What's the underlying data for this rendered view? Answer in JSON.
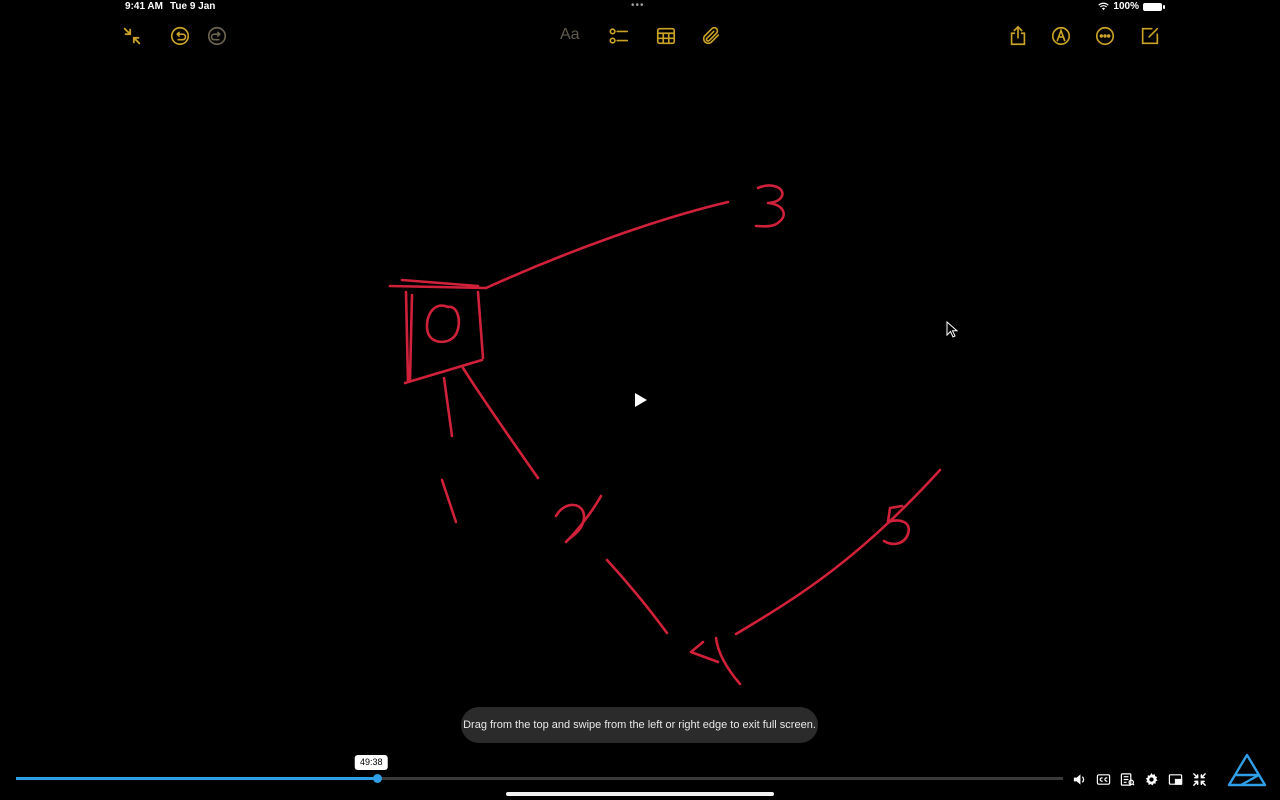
{
  "status_bar": {
    "time": "9:41 AM",
    "date": "Tue 9 Jan",
    "battery": "100%",
    "dots": "•••"
  },
  "toolbar": {
    "format_label": "Aa",
    "icons": [
      "collapse-icon",
      "undo-icon",
      "redo-icon",
      "checklist-icon",
      "table-icon",
      "attachment-icon",
      "share-icon",
      "markup-icon",
      "more-icon",
      "compose-icon"
    ]
  },
  "drawing_labels": {
    "one": "1",
    "two": "2",
    "three": "3",
    "four": "4",
    "five": "5",
    "zero": "0"
  },
  "overlay": {
    "toast": "Drag from the top and swipe from the left or right edge to exit full screen."
  },
  "player": {
    "current_time": "49:38",
    "progress": 0.345,
    "accent_color": "#2f9ee6",
    "controls": [
      "volume-icon",
      "captions-icon",
      "transcript-icon",
      "settings-icon",
      "pip-icon",
      "exit-fullscreen-icon"
    ]
  },
  "colors": {
    "ink": "#d0213a",
    "toolbar_icon": "#c9a227",
    "toolbar_icon_dim": "#6b6450"
  }
}
